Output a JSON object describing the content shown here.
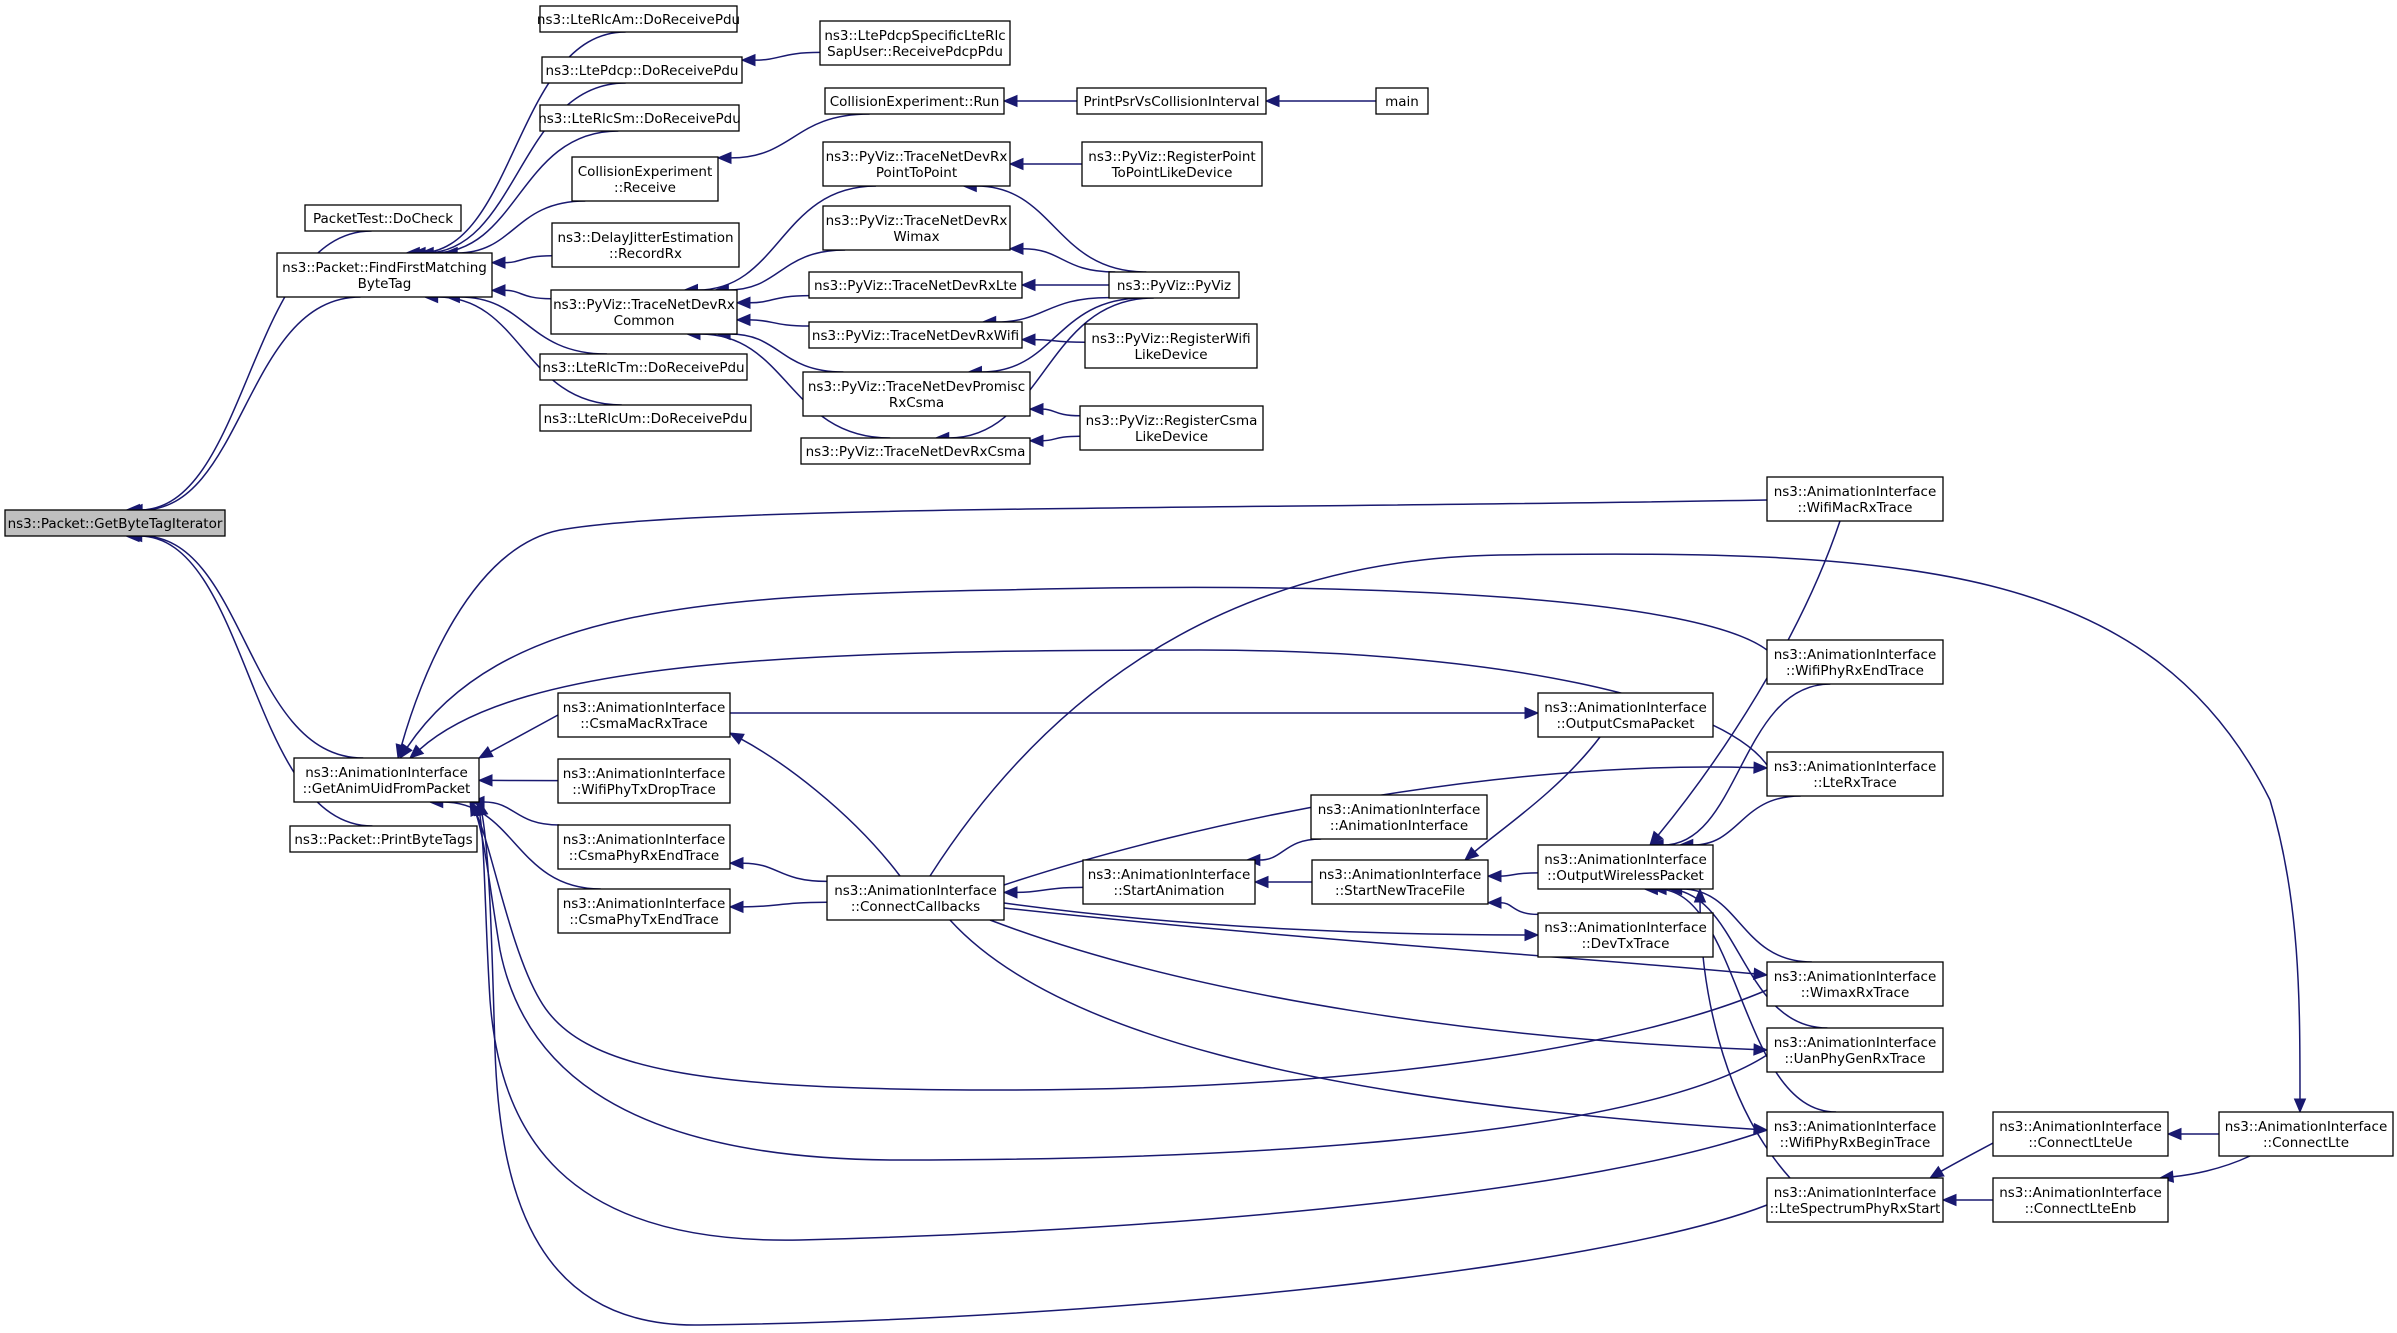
{
  "diagram": {
    "title": "",
    "edge_color": "#191970",
    "root_fill": "#bfbfbf",
    "nodes": [
      {
        "id": "root",
        "lines": [
          "ns3::Packet::GetByteTagIterator"
        ],
        "root": true
      },
      {
        "id": "packettest",
        "lines": [
          "PacketTest::DoCheck"
        ]
      },
      {
        "id": "findfirst",
        "lines": [
          "ns3::Packet::FindFirstMatching",
          "ByteTag"
        ]
      },
      {
        "id": "getanimuid",
        "lines": [
          "ns3::AnimationInterface",
          "::GetAnimUidFromPacket"
        ]
      },
      {
        "id": "printbytetags",
        "lines": [
          "ns3::Packet::PrintByteTags"
        ]
      },
      {
        "id": "rlcam",
        "lines": [
          "ns3::LteRlcAm::DoReceivePdu"
        ]
      },
      {
        "id": "pdcp",
        "lines": [
          "ns3::LtePdcp::DoReceivePdu"
        ]
      },
      {
        "id": "rlcsm",
        "lines": [
          "ns3::LteRlcSm::DoReceivePdu"
        ]
      },
      {
        "id": "collrecv",
        "lines": [
          "CollisionExperiment",
          "::Receive"
        ]
      },
      {
        "id": "delayjitter",
        "lines": [
          "ns3::DelayJitterEstimation",
          "::RecordRx"
        ]
      },
      {
        "id": "tracenetdevrxcommon",
        "lines": [
          "ns3::PyViz::TraceNetDevRx",
          "Common"
        ]
      },
      {
        "id": "rlctm",
        "lines": [
          "ns3::LteRlcTm::DoReceivePdu"
        ]
      },
      {
        "id": "rlcum",
        "lines": [
          "ns3::LteRlcUm::DoReceivePdu"
        ]
      },
      {
        "id": "pdcpsap",
        "lines": [
          "ns3::LtePdcpSpecificLteRlc",
          "SapUser::ReceivePdcpPdu"
        ]
      },
      {
        "id": "collrun",
        "lines": [
          "CollisionExperiment::Run"
        ]
      },
      {
        "id": "printpsr",
        "lines": [
          "PrintPsrVsCollisionInterval"
        ]
      },
      {
        "id": "main",
        "lines": [
          "main"
        ]
      },
      {
        "id": "rxp2p",
        "lines": [
          "ns3::PyViz::TraceNetDevRx",
          "PointToPoint"
        ]
      },
      {
        "id": "rxwimax",
        "lines": [
          "ns3::PyViz::TraceNetDevRx",
          "Wimax"
        ]
      },
      {
        "id": "rxlte",
        "lines": [
          "ns3::PyViz::TraceNetDevRxLte"
        ]
      },
      {
        "id": "rxwifi",
        "lines": [
          "ns3::PyViz::TraceNetDevRxWifi"
        ]
      },
      {
        "id": "promisccsma",
        "lines": [
          "ns3::PyViz::TraceNetDevPromisc",
          "RxCsma"
        ]
      },
      {
        "id": "rxcsma",
        "lines": [
          "ns3::PyViz::TraceNetDevRxCsma"
        ]
      },
      {
        "id": "regp2p",
        "lines": [
          "ns3::PyViz::RegisterPoint",
          "ToPointLikeDevice"
        ]
      },
      {
        "id": "pyviz",
        "lines": [
          "ns3::PyViz::PyViz"
        ]
      },
      {
        "id": "regwifi",
        "lines": [
          "ns3::PyViz::RegisterWifi",
          "LikeDevice"
        ]
      },
      {
        "id": "regcsma",
        "lines": [
          "ns3::PyViz::RegisterCsma",
          "LikeDevice"
        ]
      },
      {
        "id": "csmamacrx",
        "lines": [
          "ns3::AnimationInterface",
          "::CsmaMacRxTrace"
        ]
      },
      {
        "id": "wifiphytxdrop",
        "lines": [
          "ns3::AnimationInterface",
          "::WifiPhyTxDropTrace"
        ]
      },
      {
        "id": "csmaphyrxend",
        "lines": [
          "ns3::AnimationInterface",
          "::CsmaPhyRxEndTrace"
        ]
      },
      {
        "id": "csmaphytxend",
        "lines": [
          "ns3::AnimationInterface",
          "::CsmaPhyTxEndTrace"
        ]
      },
      {
        "id": "connectcallbacks",
        "lines": [
          "ns3::AnimationInterface",
          "::ConnectCallbacks"
        ]
      },
      {
        "id": "startanimation",
        "lines": [
          "ns3::AnimationInterface",
          "::StartAnimation"
        ]
      },
      {
        "id": "animinterface",
        "lines": [
          "ns3::AnimationInterface",
          "::AnimationInterface"
        ]
      },
      {
        "id": "startnewtrace",
        "lines": [
          "ns3::AnimationInterface",
          "::StartNewTraceFile"
        ]
      },
      {
        "id": "outputcsma",
        "lines": [
          "ns3::AnimationInterface",
          "::OutputCsmaPacket"
        ]
      },
      {
        "id": "outputwireless",
        "lines": [
          "ns3::AnimationInterface",
          "::OutputWirelessPacket"
        ]
      },
      {
        "id": "devtx",
        "lines": [
          "ns3::AnimationInterface",
          "::DevTxTrace"
        ]
      },
      {
        "id": "wifimacrx",
        "lines": [
          "ns3::AnimationInterface",
          "::WifiMacRxTrace"
        ]
      },
      {
        "id": "wifiphyrxend",
        "lines": [
          "ns3::AnimationInterface",
          "::WifiPhyRxEndTrace"
        ]
      },
      {
        "id": "lterx",
        "lines": [
          "ns3::AnimationInterface",
          "::LteRxTrace"
        ]
      },
      {
        "id": "wimaxrx",
        "lines": [
          "ns3::AnimationInterface",
          "::WimaxRxTrace"
        ]
      },
      {
        "id": "uanphygenrx",
        "lines": [
          "ns3::AnimationInterface",
          "::UanPhyGenRxTrace"
        ]
      },
      {
        "id": "wifiphyrxbegin",
        "lines": [
          "ns3::AnimationInterface",
          "::WifiPhyRxBeginTrace"
        ]
      },
      {
        "id": "ltespectrum",
        "lines": [
          "ns3::AnimationInterface",
          "::LteSpectrumPhyRxStart"
        ]
      },
      {
        "id": "connectlteue",
        "lines": [
          "ns3::AnimationInterface",
          "::ConnectLteUe"
        ]
      },
      {
        "id": "connectlteenb",
        "lines": [
          "ns3::AnimationInterface",
          "::ConnectLteEnb"
        ]
      },
      {
        "id": "connectlte",
        "lines": [
          "ns3::AnimationInterface",
          "::ConnectLte"
        ]
      }
    ],
    "edges": [
      {
        "from": "packettest",
        "to": "root"
      },
      {
        "from": "findfirst",
        "to": "root"
      },
      {
        "from": "getanimuid",
        "to": "root"
      },
      {
        "from": "printbytetags",
        "to": "root"
      },
      {
        "from": "rlcam",
        "to": "findfirst"
      },
      {
        "from": "pdcp",
        "to": "findfirst"
      },
      {
        "from": "rlcsm",
        "to": "findfirst"
      },
      {
        "from": "collrecv",
        "to": "findfirst"
      },
      {
        "from": "delayjitter",
        "to": "findfirst"
      },
      {
        "from": "tracenetdevrxcommon",
        "to": "findfirst"
      },
      {
        "from": "rlctm",
        "to": "findfirst"
      },
      {
        "from": "rlcum",
        "to": "findfirst"
      },
      {
        "from": "pdcpsap",
        "to": "pdcp"
      },
      {
        "from": "collrun",
        "to": "collrecv"
      },
      {
        "from": "printpsr",
        "to": "collrun"
      },
      {
        "from": "main",
        "to": "printpsr"
      },
      {
        "from": "rxp2p",
        "to": "tracenetdevrxcommon"
      },
      {
        "from": "rxwimax",
        "to": "tracenetdevrxcommon"
      },
      {
        "from": "rxlte",
        "to": "tracenetdevrxcommon"
      },
      {
        "from": "rxwifi",
        "to": "tracenetdevrxcommon"
      },
      {
        "from": "promisccsma",
        "to": "tracenetdevrxcommon"
      },
      {
        "from": "rxcsma",
        "to": "tracenetdevrxcommon"
      },
      {
        "from": "regp2p",
        "to": "rxp2p"
      },
      {
        "from": "pyviz",
        "to": "rxp2p"
      },
      {
        "from": "pyviz",
        "to": "rxwimax"
      },
      {
        "from": "pyviz",
        "to": "rxlte"
      },
      {
        "from": "pyviz",
        "to": "rxwifi"
      },
      {
        "from": "pyviz",
        "to": "promisccsma"
      },
      {
        "from": "pyviz",
        "to": "rxcsma"
      },
      {
        "from": "regwifi",
        "to": "rxwifi"
      },
      {
        "from": "regcsma",
        "to": "promisccsma"
      },
      {
        "from": "regcsma",
        "to": "rxcsma"
      },
      {
        "from": "wifimacrx",
        "to": "getanimuid"
      },
      {
        "from": "wifiphyrxend",
        "to": "getanimuid"
      },
      {
        "from": "lterx",
        "to": "getanimuid"
      },
      {
        "from": "csmamacrx",
        "to": "getanimuid"
      },
      {
        "from": "wifiphytxdrop",
        "to": "getanimuid"
      },
      {
        "from": "csmaphyrxend",
        "to": "getanimuid"
      },
      {
        "from": "csmaphytxend",
        "to": "getanimuid"
      },
      {
        "from": "wimaxrx",
        "to": "getanimuid"
      },
      {
        "from": "uanphygenrx",
        "to": "getanimuid"
      },
      {
        "from": "wifiphyrxbegin",
        "to": "getanimuid"
      },
      {
        "from": "ltespectrum",
        "to": "getanimuid"
      },
      {
        "from": "connectcallbacks",
        "to": "csmamacrx"
      },
      {
        "from": "connectcallbacks",
        "to": "csmaphyrxend"
      },
      {
        "from": "connectcallbacks",
        "to": "csmaphytxend"
      },
      {
        "from": "startanimation",
        "to": "connectcallbacks"
      },
      {
        "from": "animinterface",
        "to": "startanimation"
      },
      {
        "from": "startnewtrace",
        "to": "startanimation"
      },
      {
        "from": "outputwireless",
        "to": "startnewtrace"
      },
      {
        "from": "outputcsma",
        "to": "startnewtrace"
      },
      {
        "from": "devtx",
        "to": "startnewtrace"
      },
      {
        "from": "csmamacrx",
        "to": "outputcsma"
      },
      {
        "from": "wifimacrx",
        "to": "outputwireless"
      },
      {
        "from": "wifiphyrxend",
        "to": "outputwireless"
      },
      {
        "from": "lterx",
        "to": "outputwireless"
      },
      {
        "from": "wimaxrx",
        "to": "outputwireless"
      },
      {
        "from": "uanphygenrx",
        "to": "outputwireless"
      },
      {
        "from": "wifiphyrxbegin",
        "to": "outputwireless"
      },
      {
        "from": "ltespectrum",
        "to": "outputwireless"
      },
      {
        "from": "connectcallbacks",
        "to": "devtx"
      },
      {
        "from": "connectcallbacks",
        "to": "lterx"
      },
      {
        "from": "connectcallbacks",
        "to": "wimaxrx"
      },
      {
        "from": "connectcallbacks",
        "to": "uanphygenrx"
      },
      {
        "from": "connectcallbacks",
        "to": "wifiphyrxbegin"
      },
      {
        "from": "connectcallbacks",
        "to": "connectlte"
      },
      {
        "from": "connectlteue",
        "to": "ltespectrum"
      },
      {
        "from": "connectlteenb",
        "to": "ltespectrum"
      },
      {
        "from": "connectlte",
        "to": "connectlteue"
      },
      {
        "from": "connectlte",
        "to": "connectlteenb"
      }
    ]
  }
}
